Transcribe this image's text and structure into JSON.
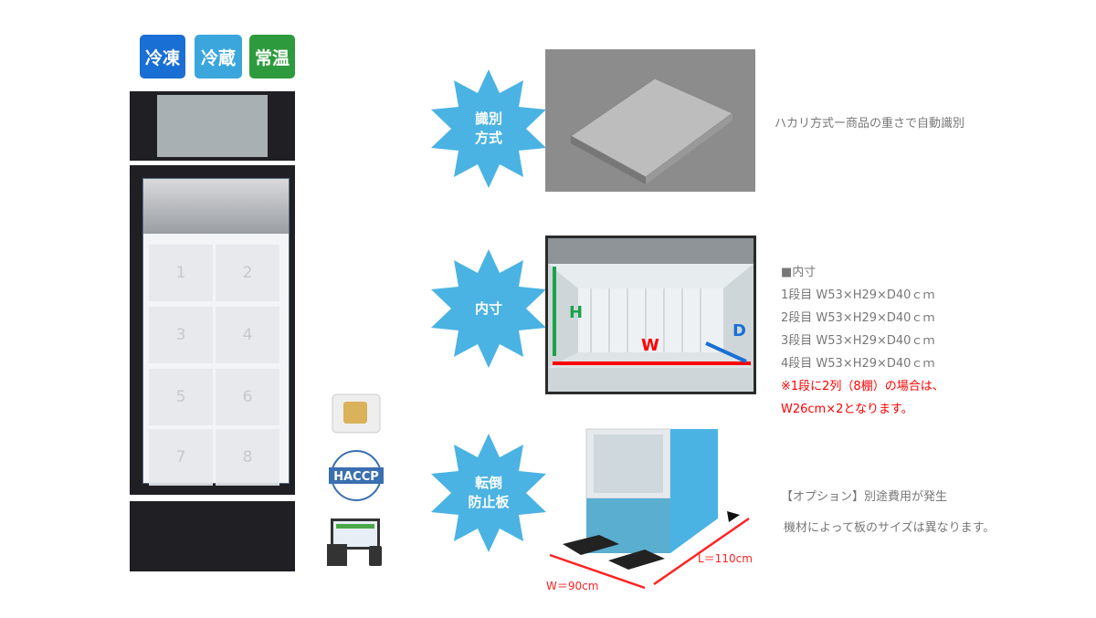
{
  "badges": [
    {
      "label": "冷凍",
      "color": "#1a6fd4"
    },
    {
      "label": "冷蔵",
      "color": "#3aa6dc"
    },
    {
      "label": "常温",
      "color": "#2e9a3e"
    }
  ],
  "shelves": [
    "1",
    "2",
    "3",
    "4",
    "5",
    "6",
    "7",
    "8"
  ],
  "side_icons": [
    "sim-card-icon",
    "haccp-icon",
    "devices-icon"
  ],
  "haccp_label": "HACCP",
  "sections": [
    {
      "title": "識別\n方式",
      "description": "ハカリ方式ー商品の重さで自動識別"
    },
    {
      "title": "内寸",
      "heading": "■内寸",
      "rows": [
        "1段目 W53×H29×D40ｃｍ",
        "2段目 W53×H29×D40ｃｍ",
        "3段目 W53×H29×D40ｃｍ",
        "4段目 W53×H29×D40ｃｍ"
      ],
      "note1": "※1段に2列（8棚）の場合は、",
      "note2": "W26cm×2となります。",
      "labels": {
        "h": "H",
        "w": "W",
        "d": "D"
      }
    },
    {
      "title": "転倒\n防止板",
      "option": "【オプション】別途費用が発生",
      "note": "機材によって板のサイズは異なります。",
      "w_label": "W＝90cm",
      "l_label": "L＝110cm"
    }
  ],
  "accent": "#4ab3e3"
}
